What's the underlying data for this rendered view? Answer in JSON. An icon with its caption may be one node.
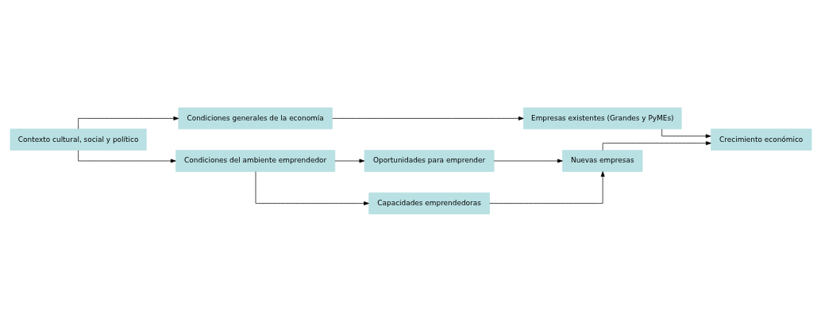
{
  "diagram": {
    "nodes": [
      {
        "text": [
          "Contexto cultural, social y político"
        ]
      },
      {
        "text": [
          "Condiciones generales de la economía"
        ]
      },
      {
        "text": [
          "Empresas existentes (Grandes y PyMEs)"
        ]
      },
      {
        "text": [
          "Crecimiento económico"
        ]
      },
      {
        "text": [
          "Condiciones del ambiente emprendedor"
        ]
      },
      {
        "text": [
          "Oportunidades para emprender"
        ]
      },
      {
        "text": [
          "Capacidades emprendedoras"
        ]
      },
      {
        "text": [
          "Nuevas empresas"
        ]
      }
    ],
    "edges": [
      {
        "from": 0,
        "to": 1,
        "arrow": "to"
      },
      {
        "from": 0,
        "to": 4,
        "arrow": "to"
      },
      {
        "from": 1,
        "to": 2,
        "arrow": "to"
      },
      {
        "from": 2,
        "to": 3,
        "arrow": "to"
      },
      {
        "from": 4,
        "to": 5,
        "arrow": "to"
      },
      {
        "from": 4,
        "to": 6,
        "arrow": "to"
      },
      {
        "from": 5,
        "to": 7,
        "arrow": "to"
      },
      {
        "from": 6,
        "to": 7,
        "arrow": "to"
      },
      {
        "from": 7,
        "to": 3,
        "arrow": "to"
      }
    ]
  }
}
